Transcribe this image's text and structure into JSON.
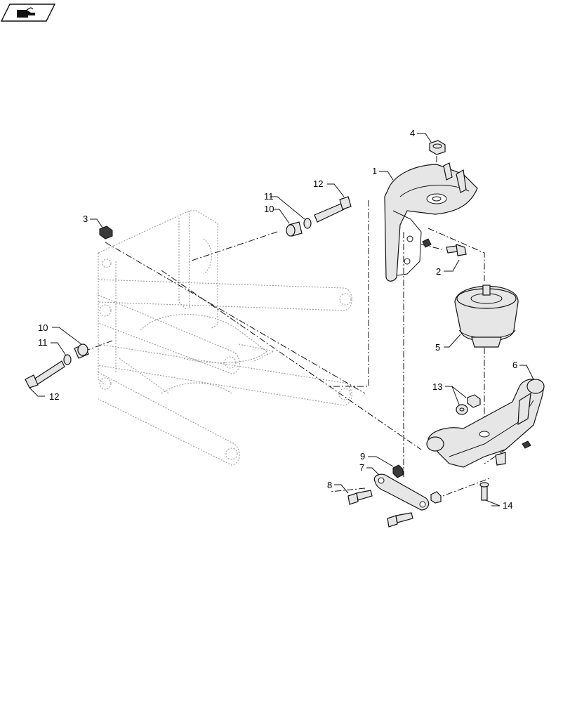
{
  "diagram": {
    "callouts": [
      {
        "id": "c1",
        "label": "1"
      },
      {
        "id": "c2",
        "label": "2"
      },
      {
        "id": "c3",
        "label": "3"
      },
      {
        "id": "c4",
        "label": "4"
      },
      {
        "id": "c5",
        "label": "5"
      },
      {
        "id": "c6",
        "label": "6"
      },
      {
        "id": "c7",
        "label": "7"
      },
      {
        "id": "c8",
        "label": "8"
      },
      {
        "id": "c9",
        "label": "9"
      },
      {
        "id": "c10a",
        "label": "10"
      },
      {
        "id": "c10b",
        "label": "10"
      },
      {
        "id": "c11a",
        "label": "11"
      },
      {
        "id": "c11b",
        "label": "11"
      },
      {
        "id": "c12a",
        "label": "12"
      },
      {
        "id": "c12b",
        "label": "12"
      },
      {
        "id": "c13",
        "label": "13"
      },
      {
        "id": "c14",
        "label": "14"
      }
    ]
  },
  "icons": {
    "top_left": "hand-pointer-icon"
  }
}
